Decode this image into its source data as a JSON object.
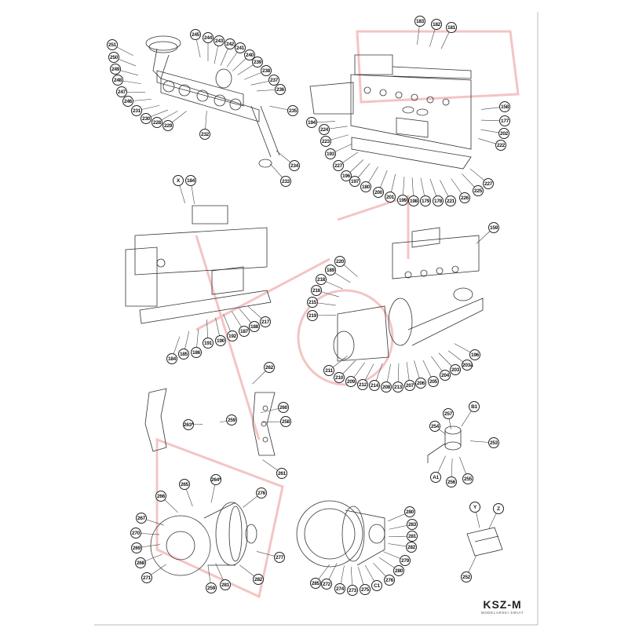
{
  "groups": {
    "exhaust_pipe": [
      "251",
      "250",
      "249",
      "248",
      "247",
      "246",
      "231",
      "230",
      "228",
      "229",
      "245",
      "244",
      "243",
      "242",
      "241",
      "240",
      "239",
      "238",
      "237",
      "236",
      "235",
      "232",
      "234",
      "233"
    ],
    "engine_top": [
      "183",
      "182",
      "181",
      "158",
      "177",
      "202",
      "222",
      "227",
      "225",
      "226",
      "221",
      "178",
      "179",
      "198",
      "199",
      "201",
      "200",
      "180",
      "197",
      "196",
      "227",
      "193",
      "223",
      "224",
      "194"
    ],
    "engine_left": [
      "X",
      "184",
      "184",
      "185",
      "186",
      "191",
      "190",
      "192",
      "187",
      "188",
      "217"
    ],
    "engine_right": [
      "159",
      "220",
      "189",
      "218",
      "216",
      "215",
      "219",
      "196",
      "203a",
      "203",
      "204",
      "205",
      "206",
      "207",
      "213",
      "208",
      "214",
      "212",
      "209",
      "210",
      "211"
    ],
    "segments": [
      "263*",
      "262",
      "260",
      "259",
      "258",
      "261"
    ],
    "small_part": [
      "257",
      "B1",
      "254",
      "253",
      "A1",
      "256",
      "255"
    ],
    "wheel_left": [
      "264*",
      "265",
      "276",
      "266",
      "267",
      "270",
      "269",
      "268",
      "271",
      "277",
      "259",
      "281",
      "282"
    ],
    "wheel_right": [
      "280",
      "283",
      "281",
      "282",
      "279",
      "280",
      "276",
      "C1",
      "275",
      "273",
      "274",
      "272",
      "285"
    ],
    "bracket": [
      "Y",
      "Z",
      "252"
    ]
  },
  "logo": {
    "title": "KSZ-M",
    "subtitle": "MODELARSKI ŚWIAT"
  },
  "colors": {
    "line": "#333333",
    "watermark": "#f2b8b8",
    "border": "#bbbbbb"
  }
}
